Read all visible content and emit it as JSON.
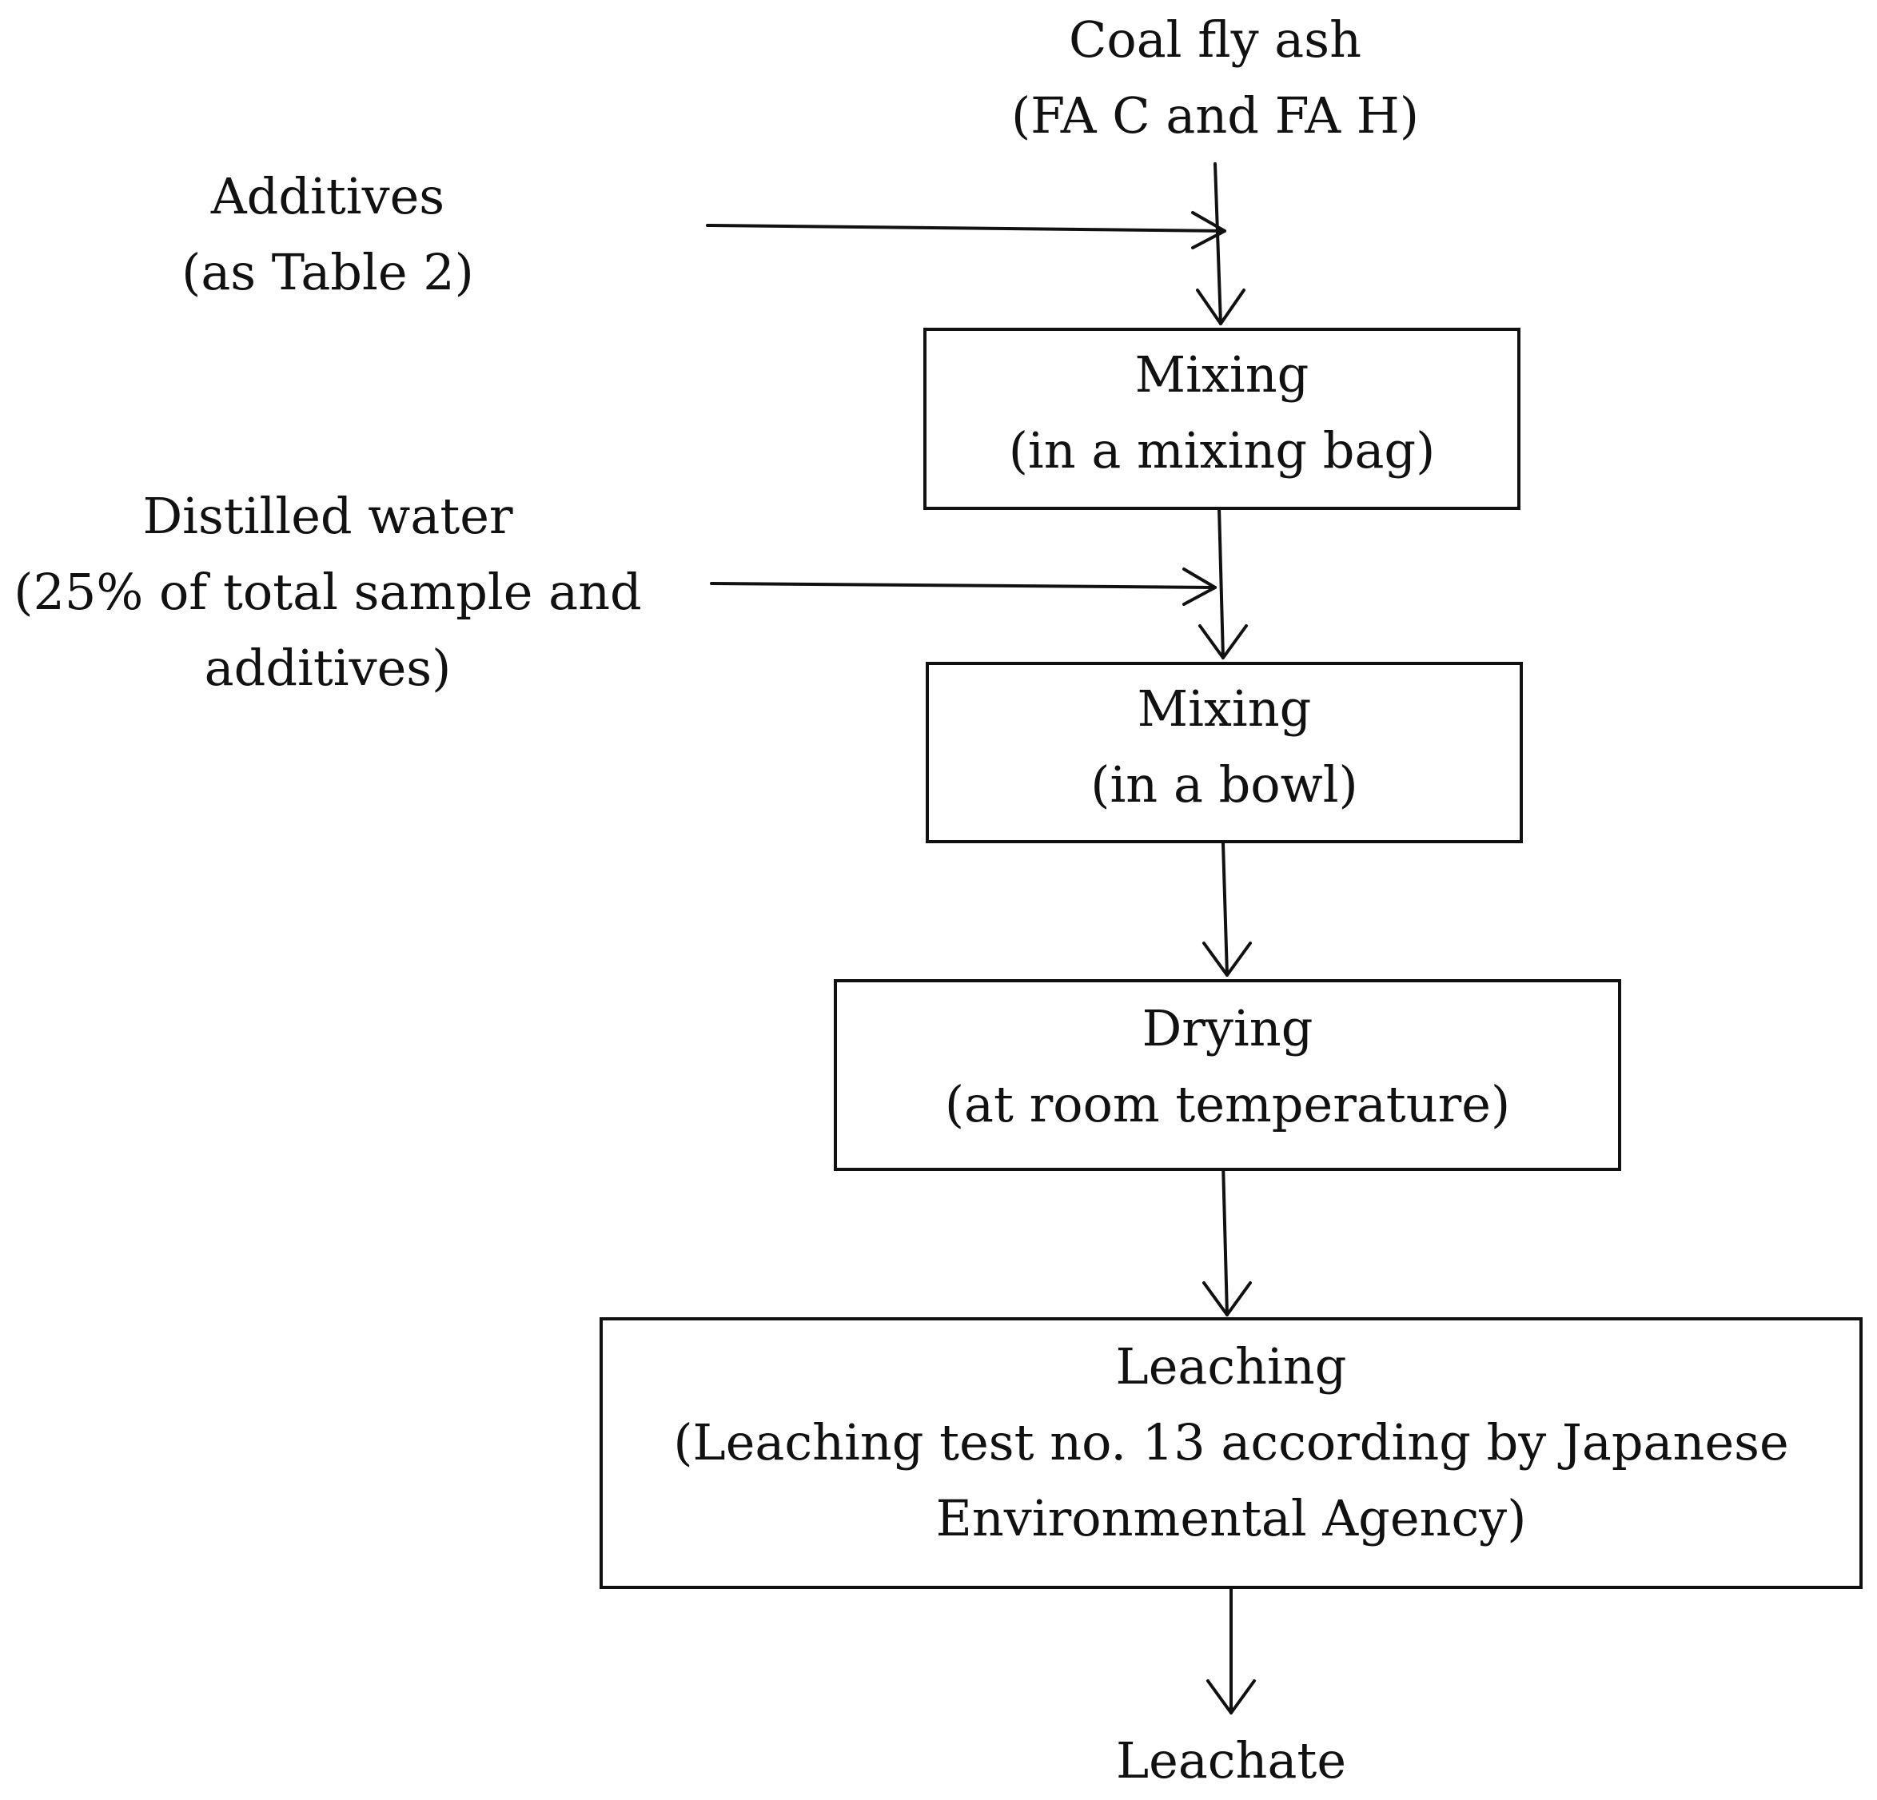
{
  "inputs": {
    "fly_ash": [
      "Coal fly ash",
      "(FA C and FA H)"
    ],
    "additives": [
      "Additives",
      "(as Table 2)"
    ],
    "water": [
      "Distilled water",
      "(25% of total  sample and",
      "additives)"
    ]
  },
  "steps": [
    {
      "title": "Mixing",
      "detail": [
        "(in a mixing  bag)"
      ]
    },
    {
      "title": "Mixing",
      "detail": [
        "(in a bowl)"
      ]
    },
    {
      "title": "Drying",
      "detail": [
        "(at room temperature)"
      ]
    },
    {
      "title": "Leaching",
      "detail": [
        "(Leaching test no. 13 according by Japanese",
        "Environmental Agency)"
      ]
    }
  ],
  "output": "Leachate"
}
